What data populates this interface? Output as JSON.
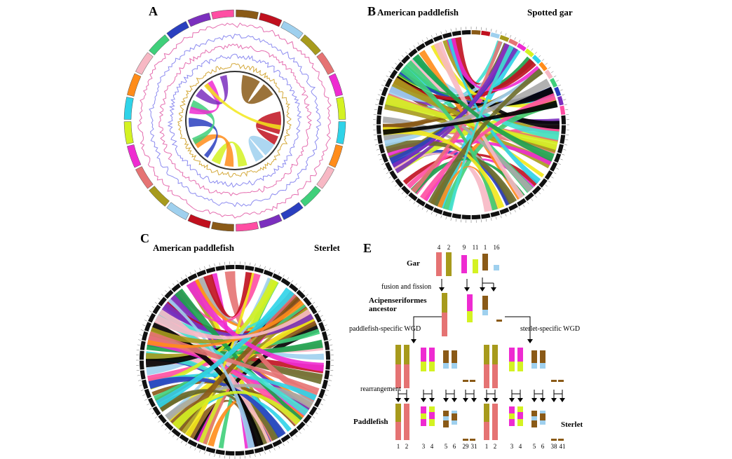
{
  "panels": {
    "a": {
      "label": "A"
    },
    "b": {
      "label": "B",
      "left_title": "American paddlefish",
      "right_title": "Spotted gar"
    },
    "c": {
      "label": "C",
      "left_title": "American paddlefish",
      "right_title": "Sterlet"
    },
    "e": {
      "label": "E"
    }
  },
  "panel_e": {
    "gar_label": "Gar",
    "ancestor_label_line1": "Acipenseriformes",
    "ancestor_label_line2": "ancestor",
    "fusion_label": "fusion and fission",
    "wgd_left": "paddlefish-specific WGD",
    "wgd_right": "sterlet-specific WGD",
    "rearrangement": "rearrangement",
    "paddlefish_label": "Paddlefish",
    "sterlet_label": "Sterlet",
    "gar_numbers": [
      "4",
      "2",
      "9",
      "11",
      "1",
      "16"
    ],
    "paddlefish_numbers": [
      "1",
      "2",
      "3",
      "4",
      "5",
      "6",
      "29",
      "31"
    ],
    "sterlet_numbers": [
      "1",
      "2",
      "3",
      "4",
      "5",
      "6",
      "38",
      "41"
    ]
  },
  "colors": {
    "salmon": "#e57373",
    "olive": "#a79a1c",
    "magenta": "#ee2bd1",
    "lime": "#d4f222",
    "brown": "#8a5a17",
    "lightblue": "#9fd0ee"
  },
  "palette": [
    "#8a5a17",
    "#c0101e",
    "#9fd0ee",
    "#a79a1c",
    "#e57373",
    "#ee2bd1",
    "#d4f222",
    "#2fd3e8",
    "#ff8c1a",
    "#f7b8c4",
    "#3fcf7a",
    "#2a3fbf",
    "#7b2fbe",
    "#ff4ea3",
    "#a8a8a8",
    "#f2e81a",
    "#1aa14a",
    "#6b6b2a",
    "#44e0d0",
    "#000000"
  ]
}
